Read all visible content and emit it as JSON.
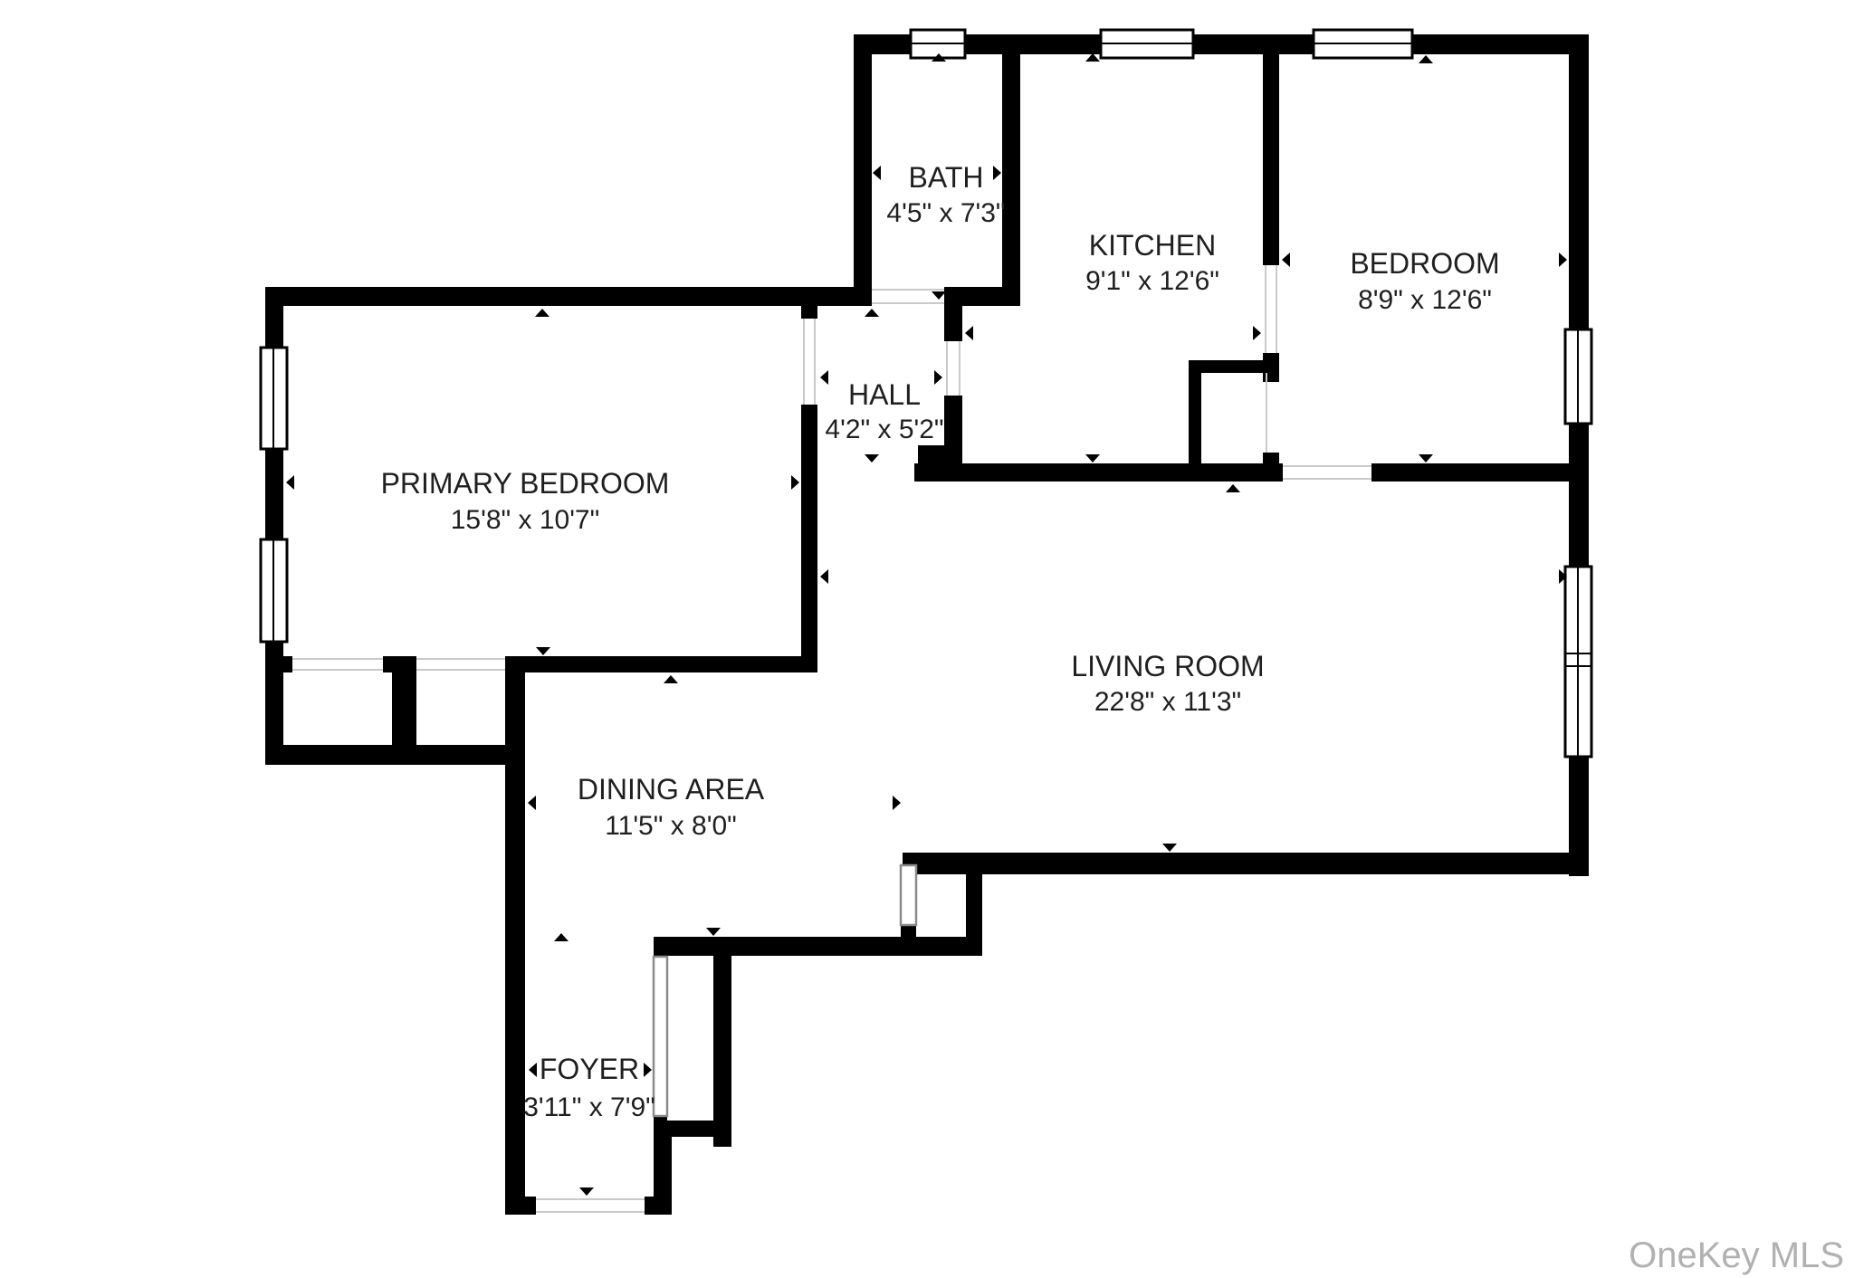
{
  "title": "Apartment floor plan",
  "watermark": "OneKey MLS",
  "colors": {
    "wall": "#000000",
    "background": "#ffffff",
    "label_text": "#1f1f1f",
    "watermark_text": "#b1b1b1",
    "door_gap_line": "#c9c9c9"
  },
  "rooms": [
    {
      "name": "BATH",
      "dims": "4'5\" x 7'3\""
    },
    {
      "name": "KITCHEN",
      "dims": "9'1\" x 12'6\""
    },
    {
      "name": "BEDROOM",
      "dims": "8'9\" x 12'6\""
    },
    {
      "name": "PRIMARY BEDROOM",
      "dims": "15'8\" x 10'7\""
    },
    {
      "name": "HALL",
      "dims": "4'2\" x 5'2\""
    },
    {
      "name": "LIVING ROOM",
      "dims": "22'8\" x 11'3\""
    },
    {
      "name": "DINING AREA",
      "dims": "11'5\" x 8'0\""
    },
    {
      "name": "FOYER",
      "dims": "3'11\" x 7'9\""
    }
  ]
}
